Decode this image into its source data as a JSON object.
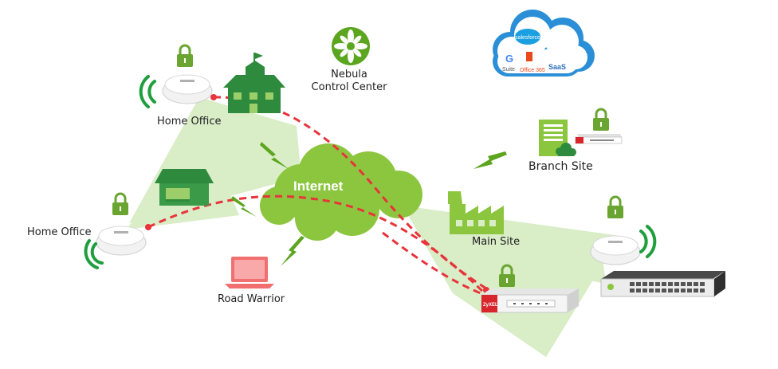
{
  "labels": {
    "home_office_top": "Home Office",
    "home_office_left": "Home Office",
    "road_warrior": "Road Warrior",
    "internet": "Internet",
    "nebula_line1": "Nebula",
    "nebula_line2": "Control Center",
    "branch_site": "Branch Site",
    "main_site": "Main Site"
  },
  "cloud_services": {
    "salesforce": "salesforce",
    "google_letter": "G",
    "google_suite": "Suite",
    "office365": "Office 365",
    "saas": "SaaS"
  },
  "device_brand": "ZyXEL",
  "colors": {
    "coverage": "#d9edc7",
    "cloud_green": "#8cc63f",
    "building_green": "#2e8b3d",
    "lock_green": "#6aa532",
    "wifi_green": "#1e9e3c",
    "vpn_red": "#e8343b",
    "laptop_red": "#f26f6f",
    "saas_blue": "#2a8fd6"
  },
  "icons": [
    "access-point-icon",
    "building-icon",
    "padlock-icon",
    "wifi-signal-icon",
    "lightning-icon",
    "laptop-icon",
    "server-icon",
    "firewall-icon",
    "switch-icon",
    "nebula-logo-icon",
    "saas-cloud-icon",
    "factory-icon"
  ]
}
